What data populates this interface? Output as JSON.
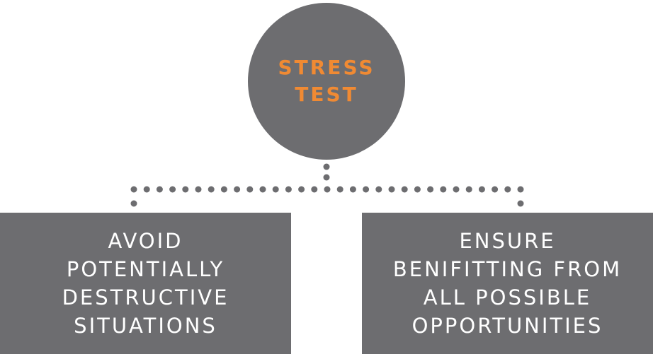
{
  "colors": {
    "shape_fill": "#6d6d70",
    "hub_text": "#f08a33",
    "box_text": "#ffffff",
    "dots": "#6d6d70",
    "background": "#ffffff"
  },
  "hub": {
    "lines": [
      "STRESS",
      "TEST"
    ]
  },
  "boxes": [
    {
      "lines": [
        "AVOID",
        "POTENTIALLY",
        "DESTRUCTIVE",
        "SITUATIONS"
      ]
    },
    {
      "lines": [
        "ENSURE",
        "BENIFITTING FROM",
        "ALL POSSIBLE",
        "OPPORTUNITIES"
      ]
    }
  ]
}
